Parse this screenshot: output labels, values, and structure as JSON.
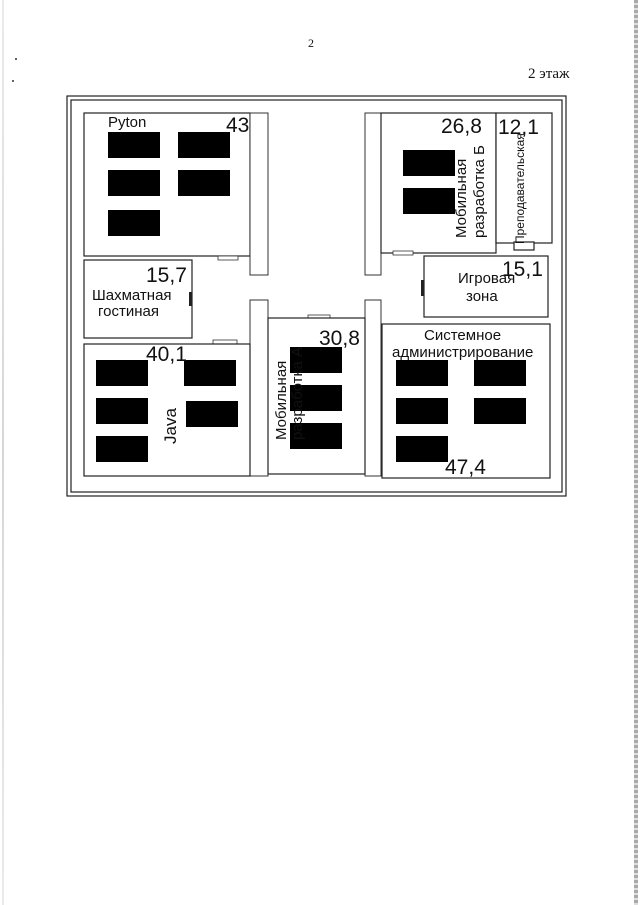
{
  "page": {
    "number": "2",
    "floor": "2 этаж"
  },
  "rooms": {
    "python": {
      "name": "Pyton",
      "area": "43"
    },
    "mobile_b": {
      "name_line1": "Мобильная",
      "name_line2": "разработка Б",
      "area": "26,8"
    },
    "teacher": {
      "name": "Преподавательская",
      "area": "12,1"
    },
    "chess": {
      "name_line1": "Шахматная",
      "name_line2": "гостиная",
      "area": "15,7"
    },
    "game": {
      "name_line1": "Игровая",
      "name_line2": "зона",
      "area": "15,1"
    },
    "java": {
      "name": "Java",
      "area": "40,1"
    },
    "mobile_a": {
      "name_line1": "Мобильная",
      "name_line2": "разработка А",
      "area": "30,8"
    },
    "sysadmin": {
      "name_line1": "Системное",
      "name_line2": "администрирование",
      "area": "47,4"
    }
  }
}
